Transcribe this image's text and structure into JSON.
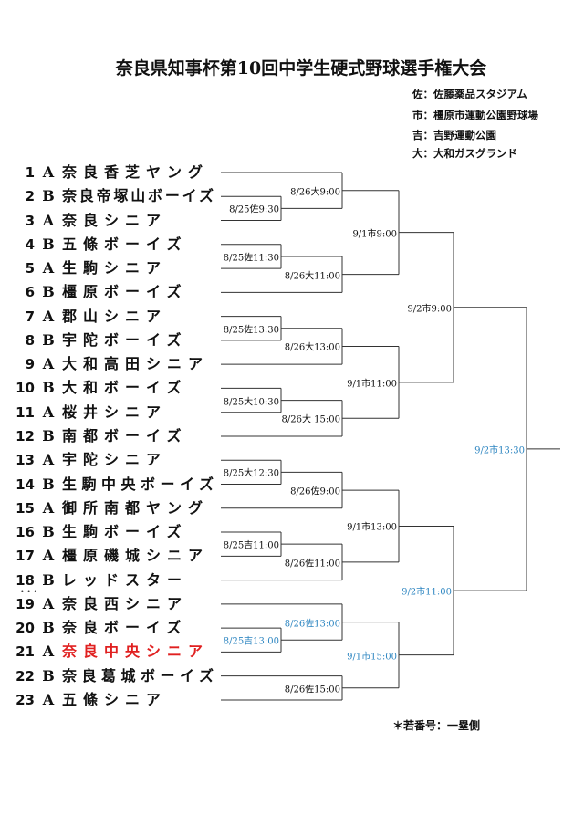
{
  "title": "奈良県知事杯第10回中学生硬式野球選手権大会",
  "legend": [
    "佐：佐藤薬品スタジアム",
    "市：橿原市運動公園野球場",
    "吉：吉野運動公園",
    "大：大和ガスグランド"
  ],
  "teams": [
    {
      "no": "1",
      "group": "A",
      "name": "奈良香芝ヤング"
    },
    {
      "no": "2",
      "group": "B",
      "name": "奈良帝塚山ボーイズ"
    },
    {
      "no": "3",
      "group": "A",
      "name": "奈良シニア"
    },
    {
      "no": "4",
      "group": "B",
      "name": "五條ボーイズ"
    },
    {
      "no": "5",
      "group": "A",
      "name": "生駒シニア"
    },
    {
      "no": "6",
      "group": "B",
      "name": "橿原ボーイズ"
    },
    {
      "no": "7",
      "group": "A",
      "name": "郡山シニア"
    },
    {
      "no": "8",
      "group": "B",
      "name": "宇陀ボーイズ"
    },
    {
      "no": "9",
      "group": "A",
      "name": "大和高田シニア"
    },
    {
      "no": "10",
      "group": "B",
      "name": "大和ボーイズ"
    },
    {
      "no": "11",
      "group": "A",
      "name": "桜井シニア"
    },
    {
      "no": "12",
      "group": "B",
      "name": "南都ボーイズ"
    },
    {
      "no": "13",
      "group": "A",
      "name": "宇陀シニア"
    },
    {
      "no": "14",
      "group": "B",
      "name": "生駒中央ボーイズ"
    },
    {
      "no": "15",
      "group": "A",
      "name": "御所南都ヤング"
    },
    {
      "no": "16",
      "group": "B",
      "name": "生駒ボーイズ"
    },
    {
      "no": "17",
      "group": "A",
      "name": "橿原磯城シニア"
    },
    {
      "no": "18",
      "group": "B",
      "name": "レッドスター"
    },
    {
      "no": "19",
      "group": "A",
      "name": "奈良西シニア"
    },
    {
      "no": "20",
      "group": "B",
      "name": "奈良ボーイズ"
    },
    {
      "no": "21",
      "group": "A",
      "name": "奈良中央シニア",
      "highlight": true
    },
    {
      "no": "22",
      "group": "B",
      "name": "奈良葛城ボーイズ"
    },
    {
      "no": "23",
      "group": "A",
      "name": "五條シニア"
    }
  ],
  "matches": [
    {
      "label": "8/25佐9:30"
    },
    {
      "label": "8/26大9:00"
    },
    {
      "label": "8/25佐11:30"
    },
    {
      "label": "8/26大11:00"
    },
    {
      "label": "8/25佐13:30"
    },
    {
      "label": "8/26大13:00"
    },
    {
      "label": "8/25大10:30"
    },
    {
      "label": "8/26大 15:00"
    },
    {
      "label": "8/25大12:30"
    },
    {
      "label": "8/26佐9:00"
    },
    {
      "label": "8/25吉11:00"
    },
    {
      "label": "8/26佐11:00"
    },
    {
      "label": "8/25吉13:00",
      "blue": true
    },
    {
      "label": "8/26佐13:00",
      "blue": true
    },
    {
      "label": "8/26佐15:00"
    },
    {
      "label": "9/1市9:00"
    },
    {
      "label": "9/1市11:00"
    },
    {
      "label": "9/1市13:00"
    },
    {
      "label": "9/1市15:00",
      "blue": true
    },
    {
      "label": "9/2市9:00"
    },
    {
      "label": "9/2市11:00",
      "blue": true
    },
    {
      "label": "9/2市13:30",
      "blue": true
    }
  ],
  "footer": "＊若番号：一塁側",
  "colors": {
    "highlight": "#e02020",
    "blue_label": "#2e86c1",
    "line": "#333333"
  }
}
